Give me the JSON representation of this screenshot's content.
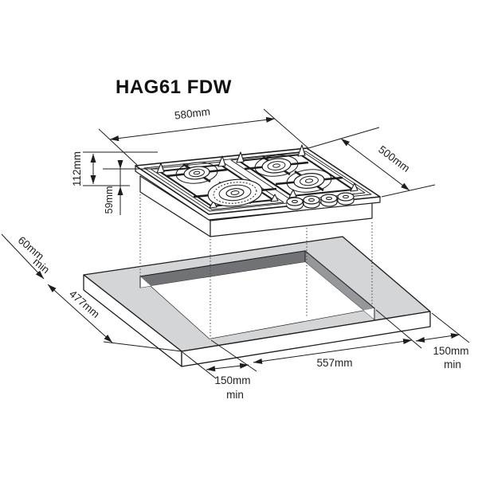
{
  "title": "HAG61 FDW",
  "hob": {
    "width_label": "580mm",
    "depth_label": "500mm",
    "height_label": "112mm",
    "tub_depth_label": "59mm"
  },
  "worktop": {
    "rear_clearance_label": "60mm",
    "rear_clearance_min": "min",
    "depth_label": "477mm",
    "cutout_width_label": "557mm",
    "left_clearance_label": "150mm",
    "left_clearance_min": "min",
    "right_clearance_label": "150mm",
    "right_clearance_min": "min"
  }
}
